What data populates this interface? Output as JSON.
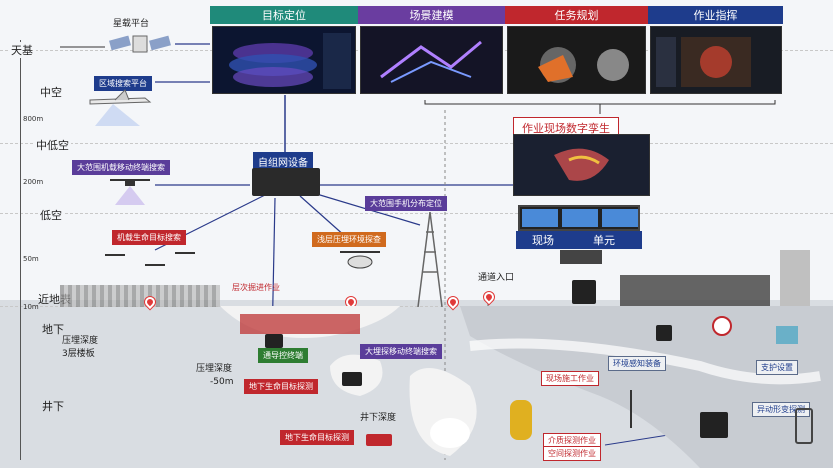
{
  "levels": {
    "tianji": "天基",
    "zhongkong": "中空",
    "zhongdikong": "中低空",
    "dikong": "低空",
    "jindibiao": "近地表",
    "dixia": "地下",
    "jingxia": "井下"
  },
  "altitudes": {
    "a800": "800m",
    "a200": "200m",
    "a50": "50m",
    "a10": "10m"
  },
  "tabs": [
    {
      "label": "目标定位",
      "color": "#1f8a7a"
    },
    {
      "label": "场景建模",
      "color": "#6a3da0"
    },
    {
      "label": "任务规划",
      "color": "#c0272d"
    },
    {
      "label": "作业指挥",
      "color": "#1e3c8c"
    }
  ],
  "platforms": {
    "satellite": "星载平台",
    "regional": "区域搜索平台",
    "adhoc": "自组网设备",
    "uav_wide": "大范围机载移动终端搜索",
    "handheld_wide": "大范围手机分布定位",
    "uav_life": "机载生命目标搜索",
    "shallow_env": "浅层压埋环境探查"
  },
  "digital_twin": {
    "title": "作业现场数字孪生",
    "unit_left": "现场",
    "unit_right": "单元"
  },
  "ground": {
    "layer_dig": "层次掘进作业",
    "entrance": "通道入口"
  },
  "underground": {
    "depth_label": "压埋深度",
    "floors": "3层楼板",
    "depth_label2": "压埋深度",
    "depth_value": "-50m",
    "well_depth": "井下深度",
    "comm_terminal": "通导控终端",
    "life_detect1": "地下生命目标探测",
    "life_detect2": "地下生命目标探测",
    "large_mobile": "大埋探移动终端搜索",
    "env_sensing": "环境感知装备",
    "site_work": "现场施工作业",
    "support": "支护设置",
    "deform": "异动形变探测",
    "media": "介质探测作业",
    "space": "空间探测作业"
  }
}
